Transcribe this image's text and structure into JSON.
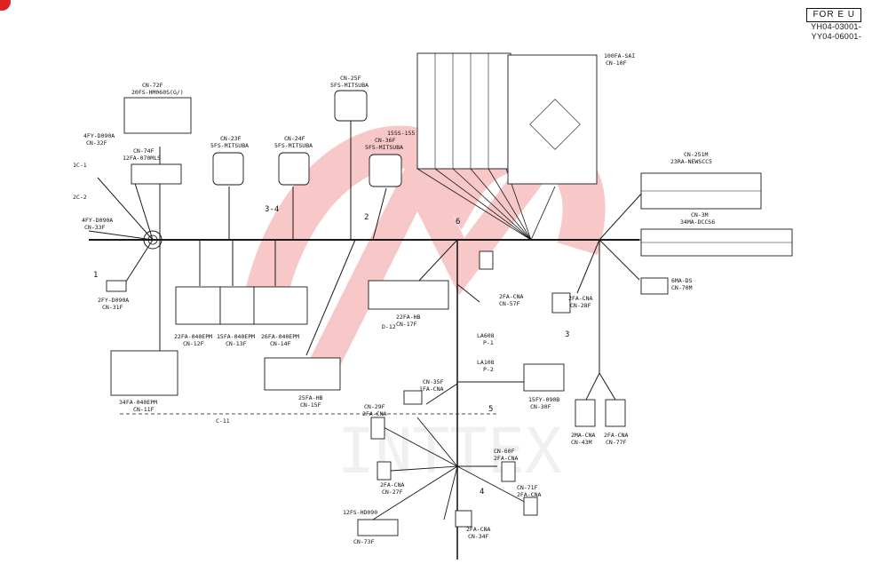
{
  "header": {
    "region_label": "FOR E U",
    "serials": [
      "YH04-03001-",
      "YY04-06001-"
    ]
  },
  "watermark": {
    "text": "INTTEX",
    "color": "#e8383b"
  },
  "colors": {
    "line": "#1a1a1a",
    "watermark": "#e8383b"
  },
  "harness": {
    "branch_numbers": [
      "1",
      "2",
      "3",
      "3-4",
      "4",
      "5",
      "6"
    ]
  },
  "connectors": [
    {
      "id": "cn72f",
      "label": "CN-72F",
      "part": "20FS-HM060S(G/)"
    },
    {
      "id": "cn32f",
      "label": "CN-32F",
      "part": "4FY-D090A"
    },
    {
      "id": "cn74f",
      "label": "CN-74F",
      "part": "12FA-070MLS"
    },
    {
      "id": "cn33f",
      "label": "CN-33F",
      "part": "4FY-D090A"
    },
    {
      "id": "cn31f",
      "label": "CN-31F",
      "part": "2FY-D090A"
    },
    {
      "id": "cn23f",
      "label": "CN-23F",
      "part": "5FS-MITSUBA"
    },
    {
      "id": "cn24f",
      "label": "CN-24F",
      "part": "5FS-MITSUBA"
    },
    {
      "id": "cn25f",
      "label": "CN-25F",
      "part": "5FS-MITSUBA"
    },
    {
      "id": "cn36f",
      "label": "CN-36F",
      "part": "5FS-MITSUBA"
    },
    {
      "id": "cn12f",
      "label": "CN-12F",
      "part": "22FA-040EPM"
    },
    {
      "id": "cn13f",
      "label": "CN-13F",
      "part": "15FA-040EPM"
    },
    {
      "id": "cn14f",
      "label": "CN-14F",
      "part": "26FA-040EPM"
    },
    {
      "id": "cn11f",
      "label": "CN-11F",
      "part": "34FA-040EPM"
    },
    {
      "id": "cn15f",
      "label": "CN-15F",
      "part": "25FA-HB"
    },
    {
      "id": "cn17f",
      "label": "CN-17F",
      "part": "22FA-HB"
    },
    {
      "id": "cn57f",
      "label": "CN-57F",
      "part": "2FA-CNA"
    },
    {
      "id": "cn35f",
      "label": "CN-35F",
      "part": "1FA-CNA"
    },
    {
      "id": "cn29f",
      "label": "CN-29F",
      "part": "2FA-CNA"
    },
    {
      "id": "cn27f",
      "label": "CN-27F",
      "part": "2FA-CNA"
    },
    {
      "id": "cn73f",
      "label": "CN-73F",
      "part": "12FS-HD090"
    },
    {
      "id": "cn34f",
      "label": "CN-34F",
      "part": "2FA-CNA"
    },
    {
      "id": "cn60f",
      "label": "CN-60F",
      "part": "2FA-CNA"
    },
    {
      "id": "cn71f",
      "label": "CN-71F",
      "part": "2FA-CNA"
    },
    {
      "id": "cn30f",
      "label": "CN-30F",
      "part": "15FY-090B"
    },
    {
      "id": "cn28f",
      "label": "CN-28F",
      "part": "2FA-CNA"
    },
    {
      "id": "cn10f",
      "label": "CN-10F",
      "part": "100FA-SAI"
    },
    {
      "id": "cn251m",
      "label": "CN-251M",
      "part": "23RA-NEWSCC5"
    },
    {
      "id": "cn3m",
      "label": "CN-3M",
      "part": "34MA-DCCS6"
    },
    {
      "id": "cn70m",
      "label": "CN-70M",
      "part": "6MA-DS"
    },
    {
      "id": "cn43m",
      "label": "CN-43M",
      "part": "2MA-CNA"
    },
    {
      "id": "cn77f",
      "label": "CN-77F",
      "part": "2FA-CNA"
    }
  ],
  "fuse_block": {
    "label": "155S-155"
  },
  "splices": [
    {
      "id": "la608",
      "label": "LA608",
      "sub": "P-1"
    },
    {
      "id": "la108",
      "label": "LA108",
      "sub": "P-2"
    }
  ],
  "notes": {
    "controller": "C-11",
    "moisture": "D-12",
    "p1": "1C-1",
    "p2": "2C-2"
  }
}
